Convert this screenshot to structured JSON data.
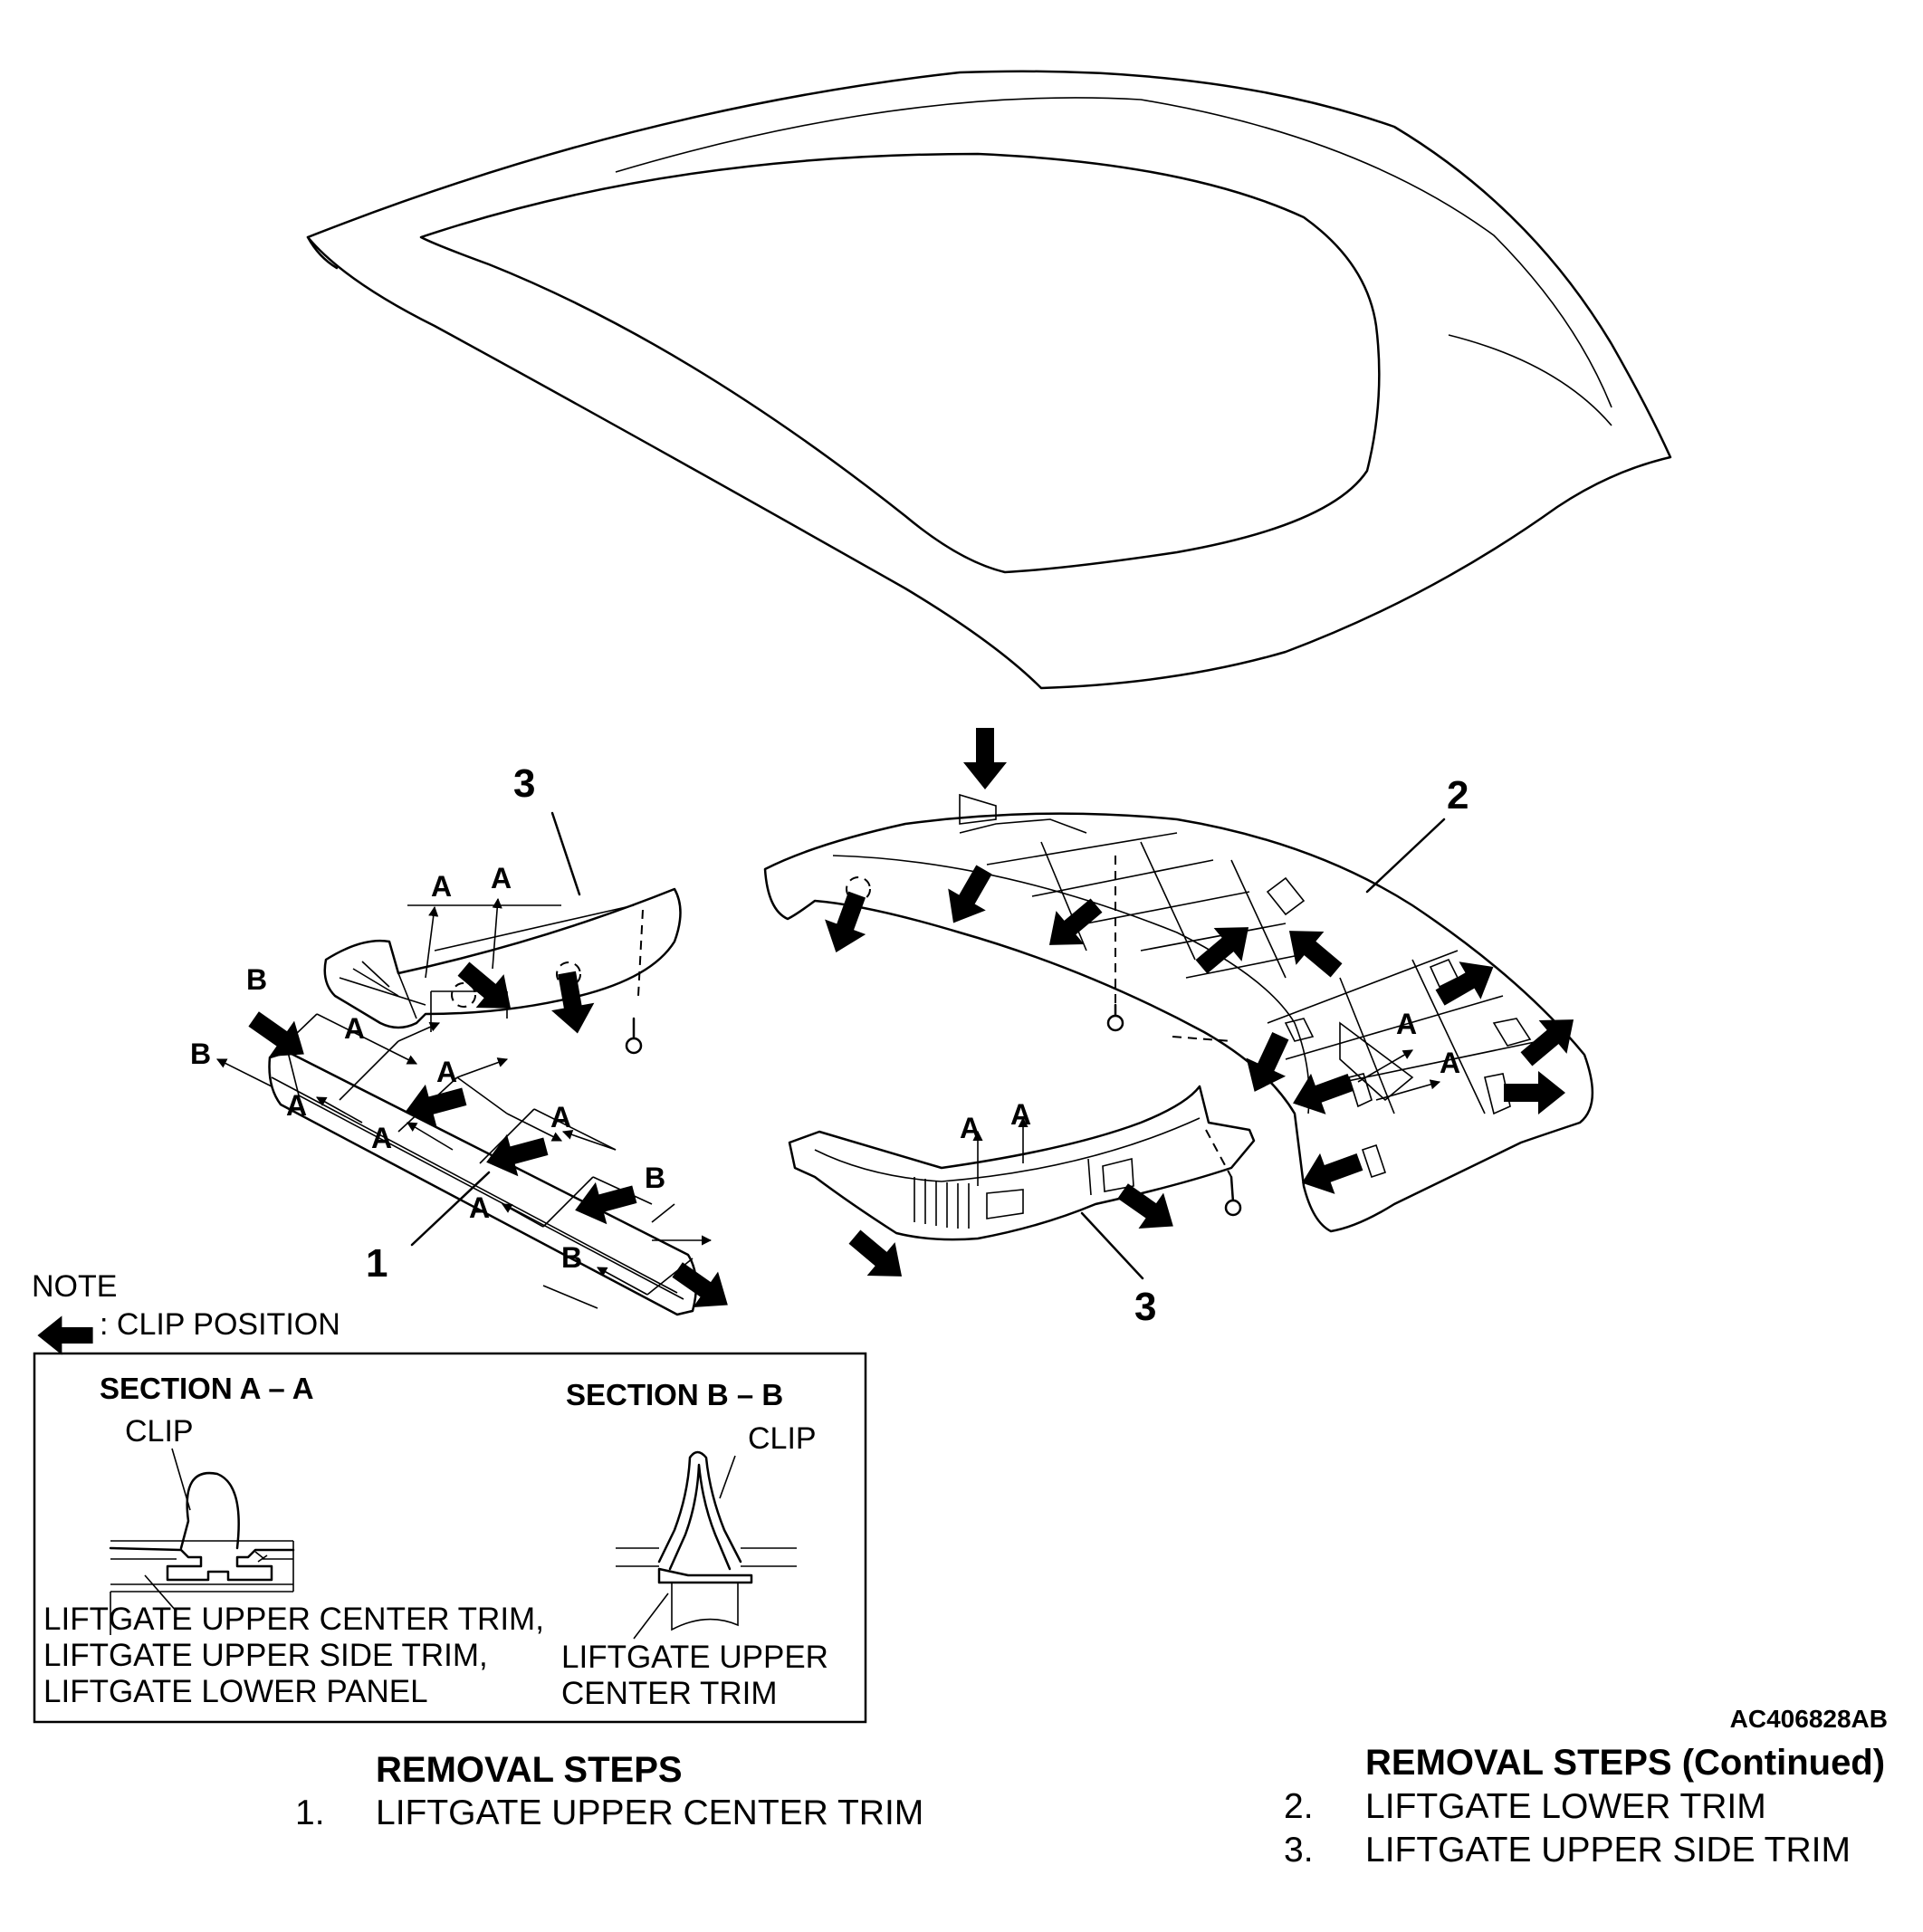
{
  "note": {
    "title": "NOTE",
    "legend_text": ": CLIP POSITION"
  },
  "part_numbers": {
    "p1": "1",
    "p2": "2",
    "p3_left": "3",
    "p3_bottom": "3"
  },
  "section_labels": {
    "a": "A",
    "b": "B"
  },
  "sections": {
    "aa": {
      "title": "SECTION A – A",
      "clip_label": "CLIP",
      "desc": [
        "LIFTGATE UPPER CENTER TRIM,",
        "LIFTGATE UPPER SIDE TRIM,",
        "LIFTGATE LOWER PANEL"
      ]
    },
    "bb": {
      "title": "SECTION B – B",
      "clip_label": "CLIP",
      "desc": [
        "LIFTGATE UPPER",
        "CENTER TRIM"
      ]
    }
  },
  "figure_code": "AC406828AB",
  "removal_steps": {
    "left": {
      "heading": "REMOVAL STEPS",
      "items": [
        {
          "num": "1.",
          "text": "LIFTGATE UPPER CENTER TRIM"
        }
      ]
    },
    "right": {
      "heading": "REMOVAL STEPS (Continued)",
      "items": [
        {
          "num": "2.",
          "text": "LIFTGATE LOWER TRIM"
        },
        {
          "num": "3.",
          "text": "LIFTGATE UPPER SIDE TRIM"
        }
      ]
    }
  }
}
